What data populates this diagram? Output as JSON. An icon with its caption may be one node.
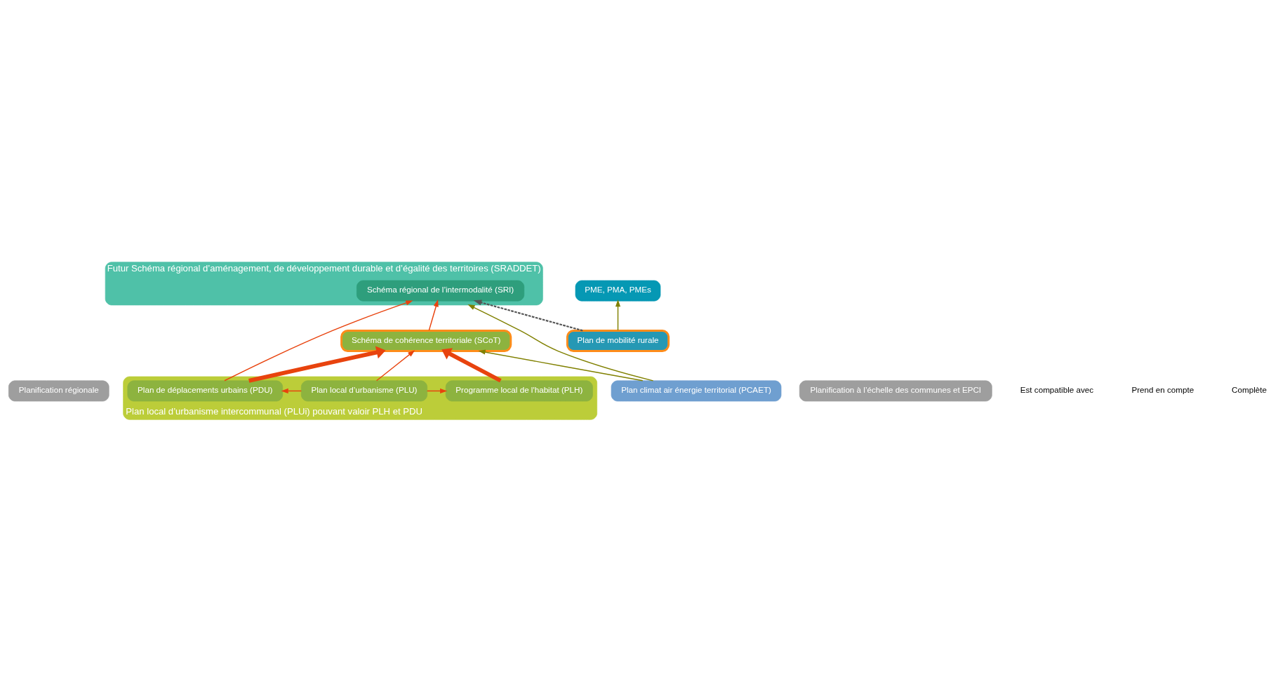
{
  "diagram": {
    "nodes": [
      {
        "text": [
          "Planification régionale"
        ]
      },
      {
        "text": [
          "Futur Schéma régional d’aménagement, de développement durable et d’égalité des territoires (SRADDET)"
        ]
      },
      {
        "text": [
          "Schéma régional de l’intermodalité (SRI)"
        ],
        "in": 1
      },
      {
        "text": [
          "Planification à l’échelle des communes et EPCI"
        ]
      },
      {
        "text": [
          "Schéma de cohérence territoriale (SCoT)"
        ]
      },
      {
        "text": [
          "Plan de mobilité rurale"
        ]
      },
      {
        "text": [
          "PME, PMA, PMEs"
        ]
      },
      {
        "text": [
          "Plan local d’urbanisme intercommunal (PLUi) pouvant valoir PLH et PDU"
        ]
      },
      {
        "text": [
          "Plan de déplacements urbains (PDU)"
        ],
        "in": 7
      },
      {
        "text": [
          "Plan local d’urbanisme (PLU)"
        ],
        "in": 7
      },
      {
        "text": [
          "Programme local de l'habitat (PLH)"
        ],
        "in": 7
      },
      {
        "text": [
          "Plan climat air énergie territorial (PCAET)"
        ]
      }
    ],
    "edges": [
      {
        "from": 8,
        "to": 2,
        "arrow": "to"
      },
      {
        "from": 4,
        "to": 2,
        "arrow": "to"
      },
      {
        "from": 5,
        "to": 2,
        "arrow": "to",
        "style": "dashed",
        "color": "#555555"
      },
      {
        "from": 8,
        "to": 4,
        "arrow": "to",
        "style": "thick"
      },
      {
        "from": 9,
        "to": 4,
        "arrow": "to"
      },
      {
        "from": 10,
        "to": 4,
        "arrow": "to",
        "style": "thick"
      },
      {
        "from": 9,
        "to": 8,
        "arrow": "to"
      },
      {
        "from": 9,
        "to": 10,
        "arrow": "to"
      },
      {
        "from": 5,
        "to": 6,
        "arrow": "to",
        "color": "#808000"
      },
      {
        "from": 11,
        "to": 4,
        "arrow": "to",
        "color": "#808000"
      },
      {
        "from": 11,
        "to": 1,
        "arrow": "to",
        "color": "#808000"
      }
    ],
    "legend": [
      {
        "text": "Est compatible avec"
      },
      {
        "text": "Prend en compte"
      },
      {
        "text": "Complète"
      }
    ]
  }
}
